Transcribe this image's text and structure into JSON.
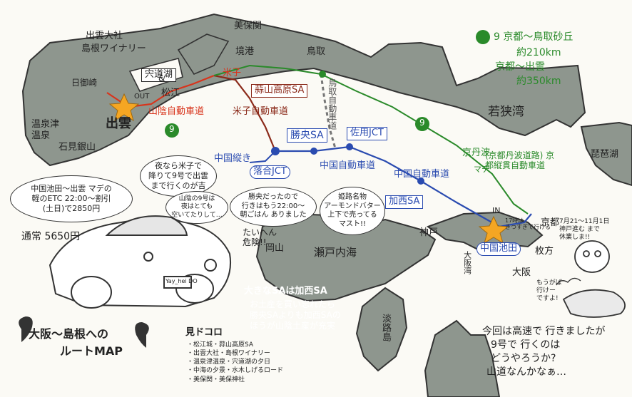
{
  "places": {
    "izumo_taisha": "出雲大社",
    "shimane_winery": "島根ワイナリー",
    "hinomisaki": "日御崎",
    "shinjiko": "宍道湖",
    "matsue": "松江",
    "bihoro_seki": "美保関",
    "sakaiminato": "境港",
    "yonago": "米子",
    "tottori": "鳥取",
    "onsentsu": "温泉津",
    "onsen": "温泉",
    "iwami_ginzan": "石見銀山",
    "izumo": "出雲",
    "wakasa_wan": "若狭湾",
    "biwako": "琵琶湖",
    "kyoto": "京都",
    "hirakata": "枚方",
    "osaka": "大阪",
    "osaka_wan": "大阪湾",
    "kobe": "神戸",
    "awajishima": "淡路島",
    "setonaikai": "瀬戸内海",
    "okayama": "岡山",
    "chugoku_ikeda": "中国池田",
    "in_label": "IN",
    "out_label": "OUT",
    "amp": "&"
  },
  "roads": {
    "sanin": "山陰自動車道",
    "yonago_road": "米子自動車道",
    "chugoku": "中国自動車道",
    "chugoku_short": "中国自動車道",
    "chugoku_yuki": "中国縦き",
    "tottori_road": "鳥取自動車道",
    "kyotanba": "京丹波",
    "kyoto_jukan": "(京都丹波道路) 京都縦貫自動車道",
    "made": "マデ",
    "route9": "9"
  },
  "stops": {
    "hiruzen_sa": "蒜山高原SA",
    "katsuyama_sa": "勝央SA",
    "ochiai_jct": "落合JCT",
    "sayo_jct": "佐用JCT",
    "kasai_sa": "加西SA"
  },
  "route_info": {
    "line1": "9 京都〜鳥取砂丘",
    "line2": "約210km",
    "line3": "京都〜出雲",
    "line4": "約350km"
  },
  "bubbles": {
    "toll": [
      "中国池田〜出雲 マデの",
      "軽のETC 22:00〜割引",
      "(土日)で2850円"
    ],
    "night": [
      "夜なら米子で",
      "降りて9号で出雲",
      "まで行くのが吉"
    ],
    "closed": [
      "山陰の9号は",
      "夜はとても",
      "空いてたりして…"
    ],
    "fork": [
      "勝央だったので",
      "行きはもう22:00〜",
      "朝ごはん ありました"
    ],
    "sweets": [
      "姫路名物",
      "アーモンドバター",
      "上下で売ってる",
      "マスト!!"
    ],
    "ikeda_note": [
      "17時は",
      "きつすぎで行ける"
    ]
  },
  "notes": {
    "normal": "通常 5650円",
    "danger": [
      "たいへん",
      "危険!!"
    ],
    "sa_title": "大きなSAは加西SA",
    "sa_body": [
      "お土産を買い忘れたら",
      "勝央SAよりも加西SAの",
      "ほうが山陰土産が充実"
    ],
    "kyoto_month": [
      "7月21〜11月1日",
      "神戸進む まで",
      "休業しま!!"
    ],
    "hurry": [
      "もうがば",
      "行けー",
      "ですよ!"
    ],
    "conclusion": [
      "今回は高速で 行きましたが",
      "9号で 行くのは",
      "どうやろうか?",
      "山道なんかなぁ…"
    ]
  },
  "title_box": {
    "line1": "大阪〜島根への",
    "line2": "ルートMAP"
  },
  "sights": {
    "heading": "見ドコロ",
    "items": [
      "・松江城・蒜山高原SA",
      "・出雲大社・島根ワイナリー",
      "・温泉津温泉・宍道湖の夕日",
      "・中海の夕景・水木しげるロード",
      "・美保関・美保神社"
    ]
  },
  "car": {
    "plate": "Yay_hei DO"
  },
  "colors": {
    "land": "#8e968e",
    "land_edge": "#333333",
    "sea": "#fbfaf5",
    "red": "#d8341c",
    "brown": "#8b2a1a",
    "blue": "#2a4bb0",
    "green": "#2a8a2a",
    "star": "#f5a623"
  }
}
